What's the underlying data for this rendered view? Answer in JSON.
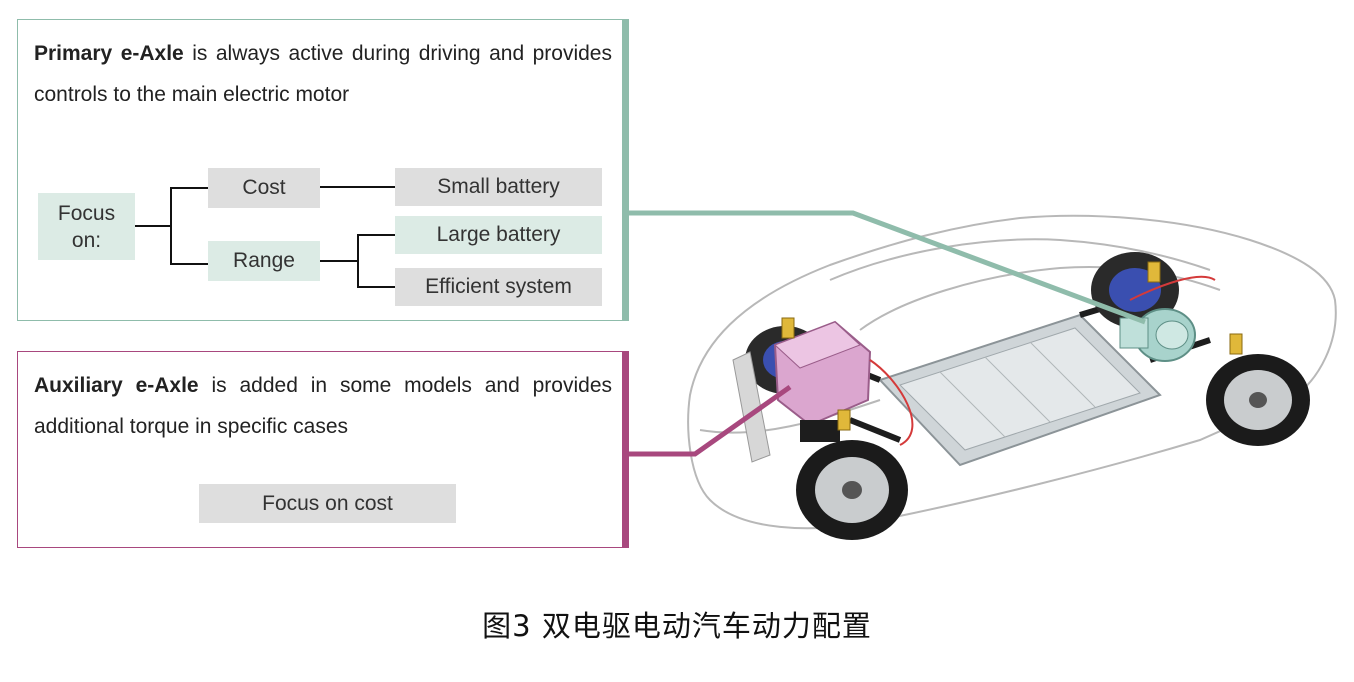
{
  "primary": {
    "title_bold": "Primary e-Axle",
    "title_rest": " is always active during driving and provides controls to the main electric motor",
    "focus_label": "Focus on:",
    "cost_label": "Cost",
    "range_label": "Range",
    "small_battery_label": "Small battery",
    "large_battery_label": "Large battery",
    "efficient_system_label": "Efficient system"
  },
  "auxiliary": {
    "title_bold": "Auxiliary e-Axle",
    "title_rest": " is added in some models and provides additional torque in specific cases",
    "focus_cost_label": "Focus on cost"
  },
  "caption": "图3 双电驱电动汽车动力配置",
  "colors": {
    "primary_accent": "#8fbcab",
    "auxiliary_accent": "#a8487e",
    "green_box": "#dcebe5",
    "grey_box": "#dedede"
  }
}
